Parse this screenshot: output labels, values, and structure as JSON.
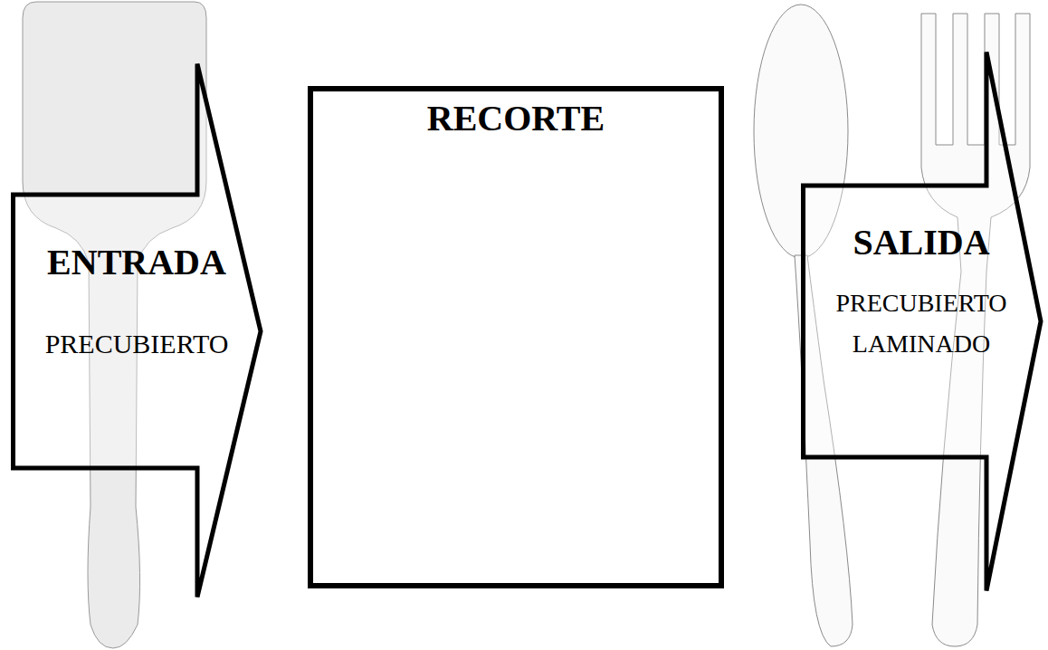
{
  "diagram": {
    "nodes": [
      {
        "text": [
          "ENTRADA",
          "PRECUBIERTO"
        ]
      },
      {
        "text": [
          "RECORTE"
        ]
      },
      {
        "text": [
          "SALIDA",
          "PRECUBIERTO LAMINADO"
        ]
      }
    ]
  }
}
